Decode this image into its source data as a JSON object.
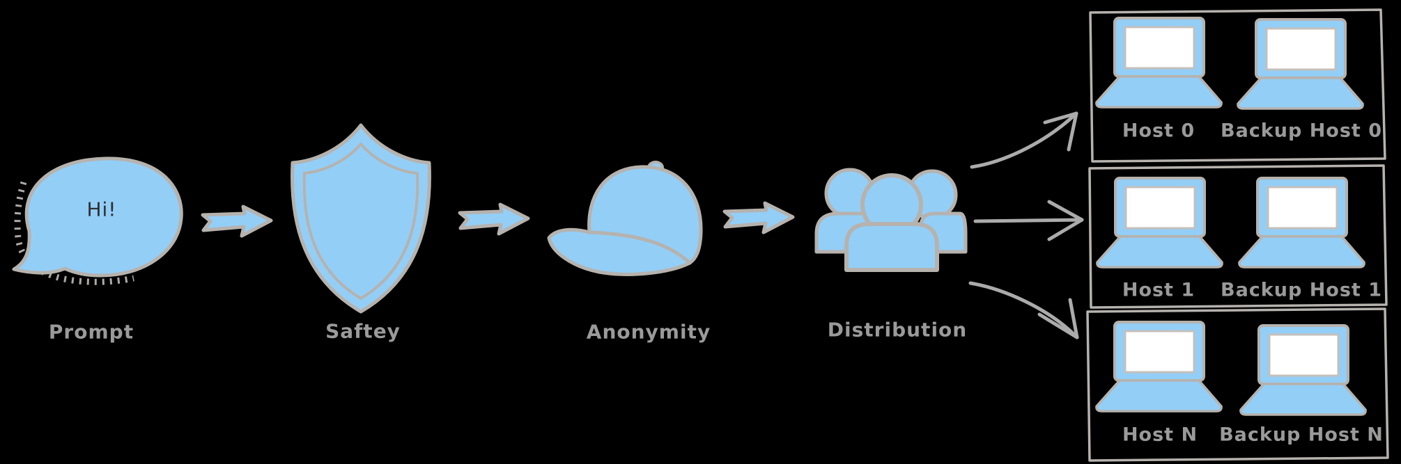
{
  "diagram": {
    "bubble_text": "Hi!",
    "stages": [
      {
        "label": "Prompt",
        "icon": "speech-bubble-icon"
      },
      {
        "label": "Saftey",
        "icon": "shield-icon"
      },
      {
        "label": "Anonymity",
        "icon": "cap-icon"
      },
      {
        "label": "Distribution",
        "icon": "people-icon"
      }
    ],
    "host_groups": [
      {
        "host": "Host 0",
        "backup": "Backup Host 0"
      },
      {
        "host": "Host 1",
        "backup": "Backup Host 1"
      },
      {
        "host": "Host N",
        "backup": "Backup Host N"
      }
    ]
  },
  "colors": {
    "background": "#000000",
    "shape_fill": "#93cef7",
    "outline": "#b6b2ae",
    "arrow_gray": "#ababab",
    "label_text": "#9a9a9a",
    "bubble_text": "#2e2e2e",
    "screen_fill": "#ffffff"
  }
}
